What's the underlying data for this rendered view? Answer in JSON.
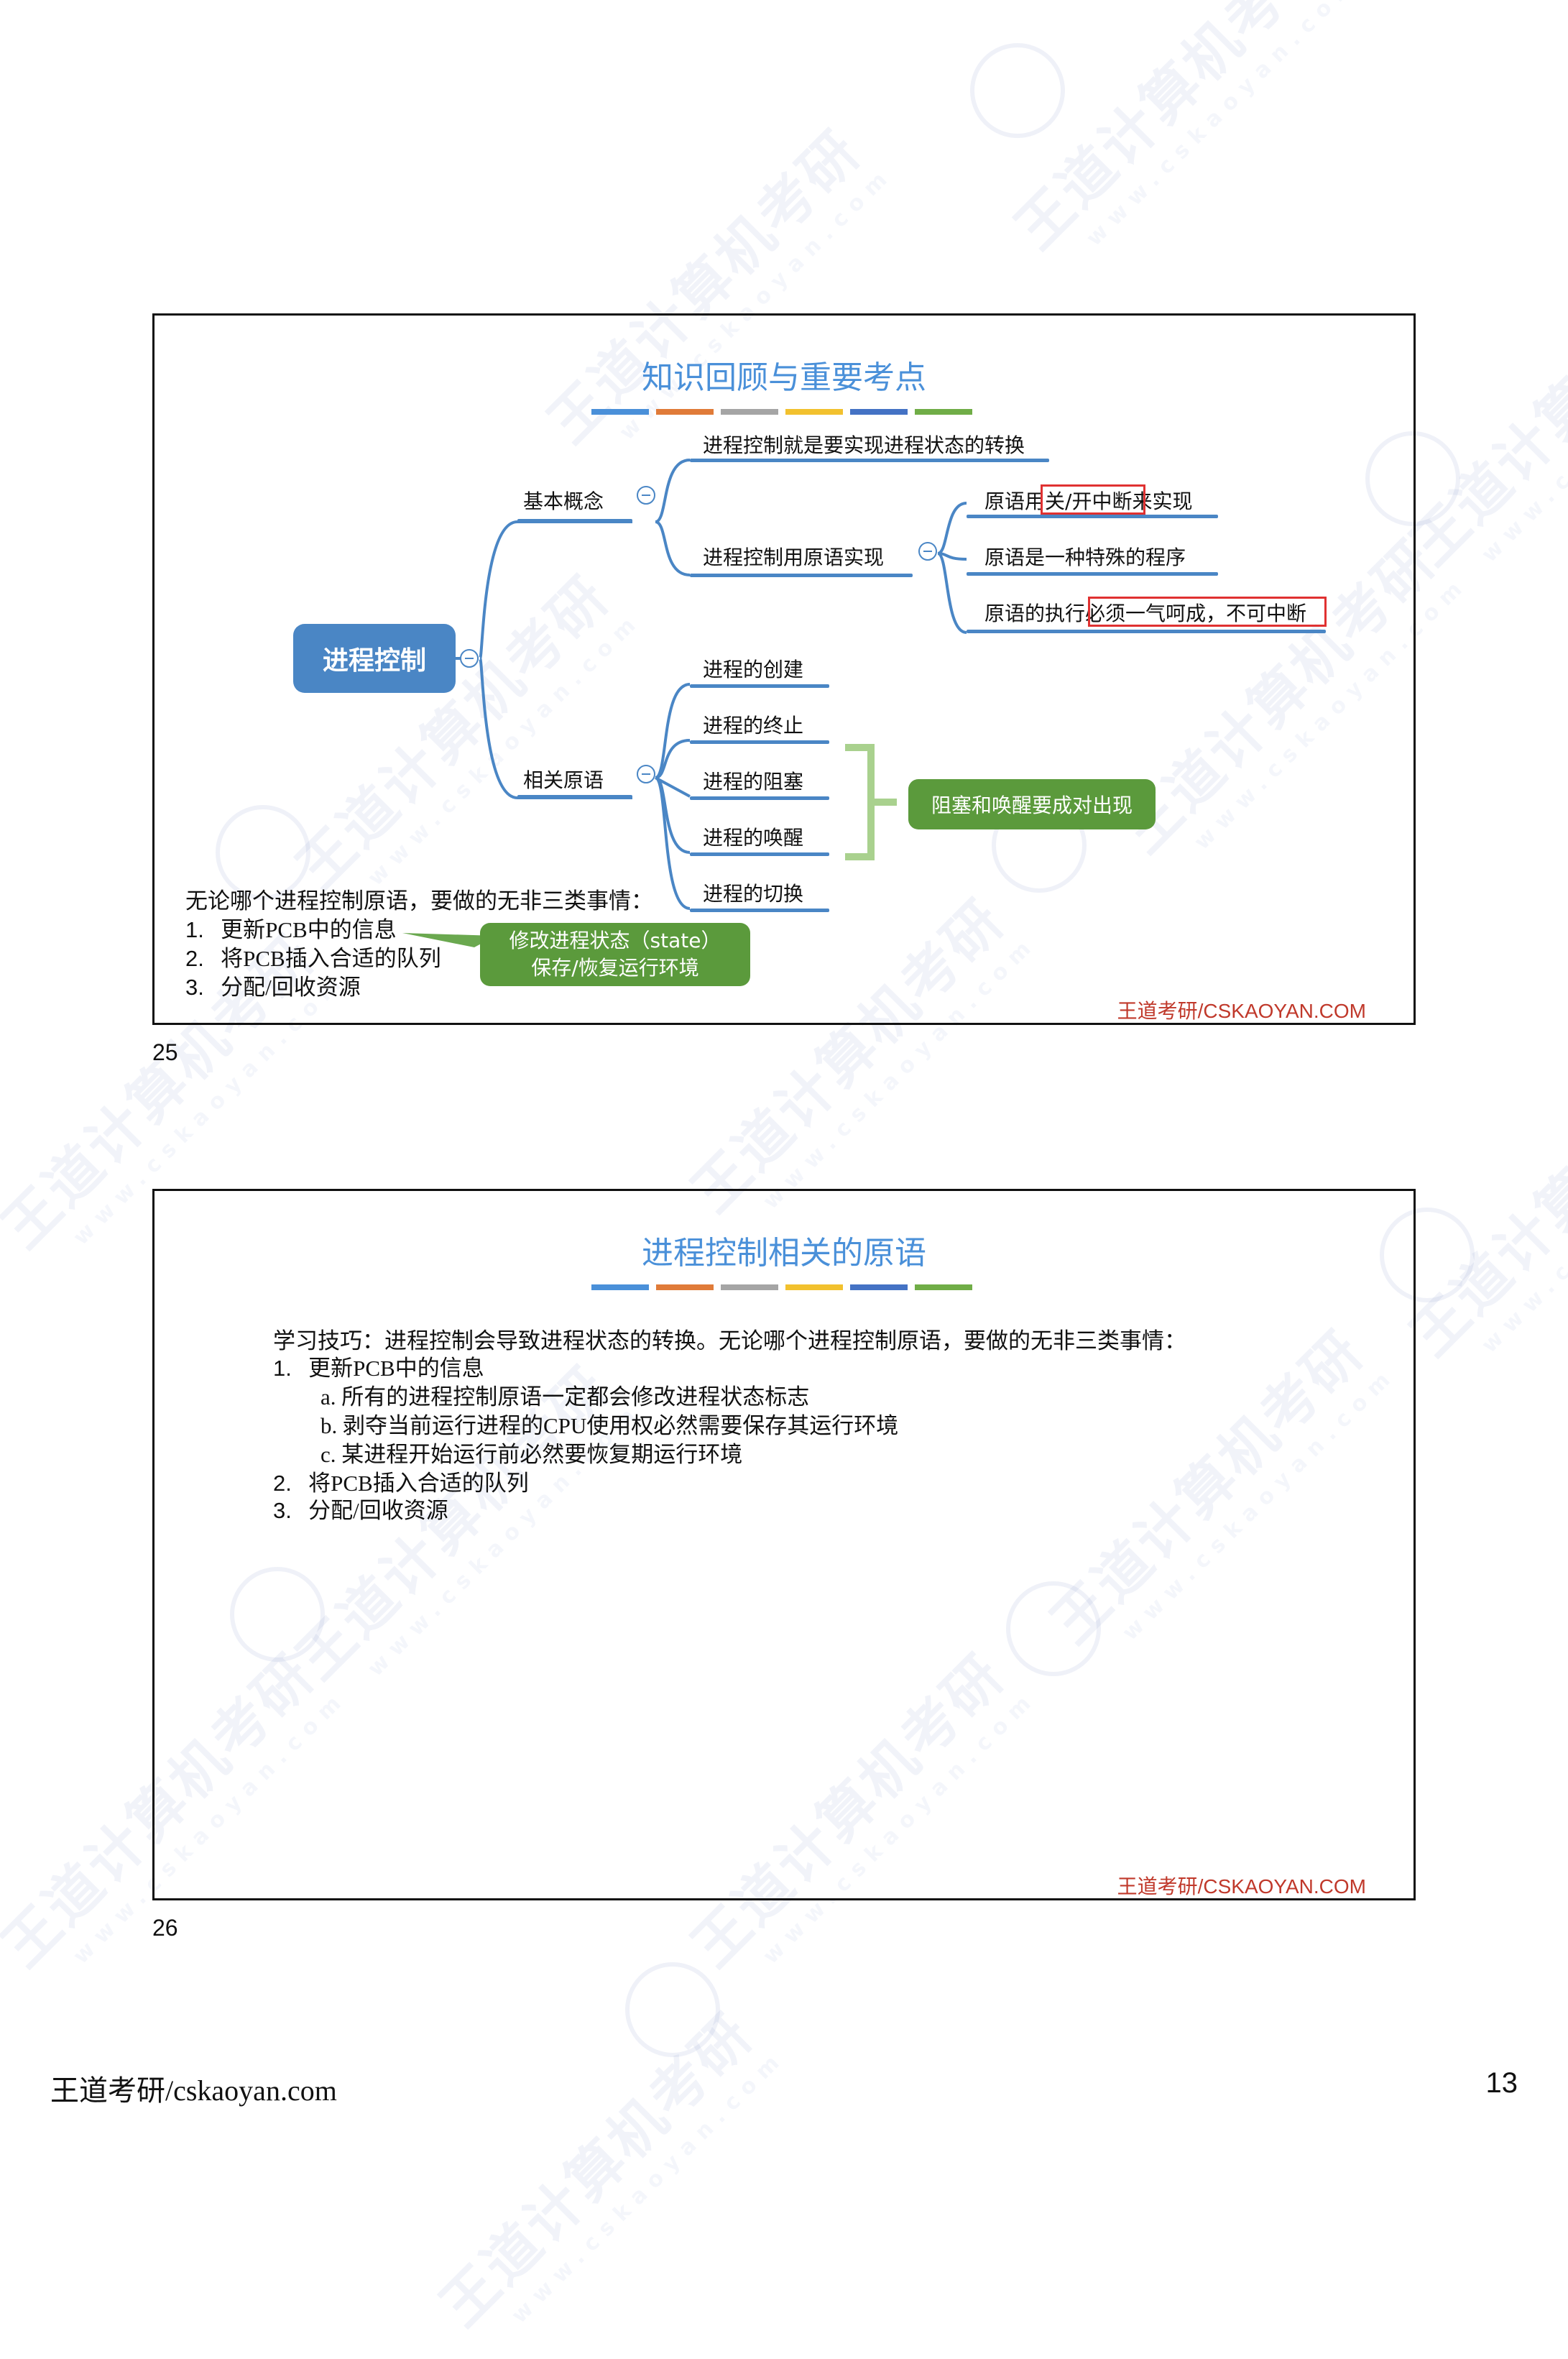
{
  "watermark": {
    "brand": "王道计算机考研",
    "url": "www.cskaoyan.com"
  },
  "slide1": {
    "title": "知识回顾与重要考点",
    "accent_bars": [
      "#4a90d9",
      "#e07b39",
      "#a5a5a5",
      "#f2c12e",
      "#4472c4",
      "#70ad47"
    ],
    "root": "进程控制",
    "branch_basic": "基本概念",
    "basic_item1": "进程控制就是要实现进程状态的转换",
    "basic_item2": "进程控制用原语实现",
    "prim_item1_pre": "原语用",
    "prim_item1_hl": "关/开中断",
    "prim_item1_post": "来实现",
    "prim_item2": "原语是一种特殊的程序",
    "prim_item3_pre": "原语的执行",
    "prim_item3_hl": "必须一气呵成，不可中断",
    "branch_related": "相关原语",
    "related_items": [
      "进程的创建",
      "进程的终止",
      "进程的阻塞",
      "进程的唤醒",
      "进程的切换"
    ],
    "pair_note": "阻塞和唤醒要成对出现",
    "summary_intro": "无论哪个进程控制原语，要做的无非三类事情：",
    "summary_items": [
      "更新PCB中的信息",
      "将PCB插入合适的队列",
      "分配/回收资源"
    ],
    "callout_line1": "修改进程状态（state）",
    "callout_line2": "保存/恢复运行环境",
    "brand": "王道考研/CSKAOYAN.COM",
    "number": "25"
  },
  "slide2": {
    "title": "进程控制相关的原语",
    "accent_bars": [
      "#4a90d9",
      "#e07b39",
      "#a5a5a5",
      "#f2c12e",
      "#4472c4",
      "#70ad47"
    ],
    "intro": "学习技巧：进程控制会导致进程状态的转换。无论哪个进程控制原语，要做的无非三类事情：",
    "item1": "更新PCB中的信息",
    "sub_a": "a. 所有的进程控制原语一定都会修改进程状态标志",
    "sub_b": "b. 剥夺当前运行进程的CPU使用权必然需要保存其运行环境",
    "sub_c": "c. 某进程开始运行前必然要恢复期运行环境",
    "item2": "将PCB插入合适的队列",
    "item3": "分配/回收资源",
    "brand": "王道考研/CSKAOYAN.COM",
    "number": "26"
  },
  "footer": {
    "left": "王道考研/cskaoyan.com",
    "page": "13"
  }
}
